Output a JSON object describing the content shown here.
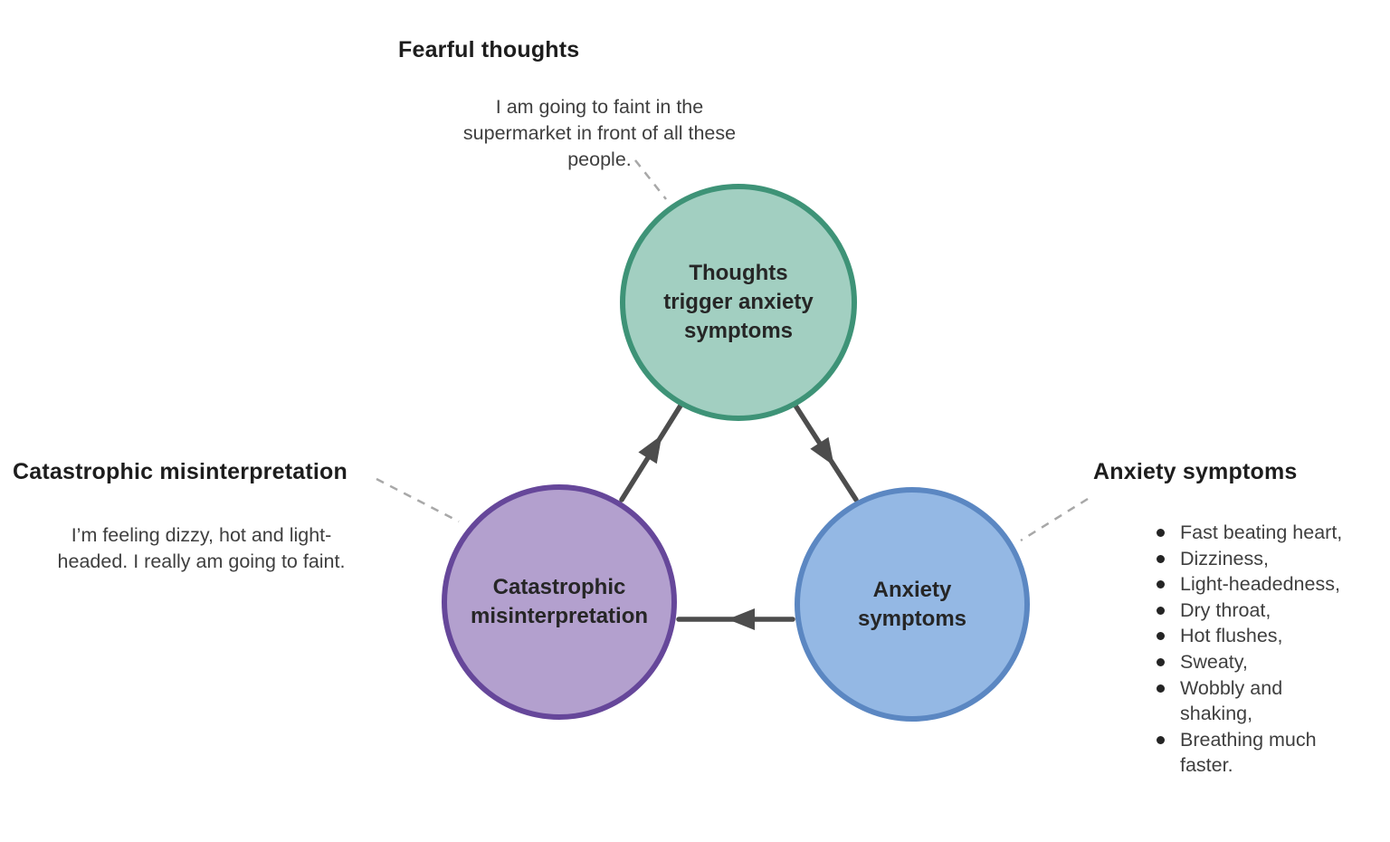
{
  "diagram_title": "Anxiety cycle diagram",
  "colors": {
    "background": "#ffffff",
    "arrow": "#4d4d4d",
    "dashed_connector": "#a8a8a8",
    "heading_text": "#1d1d1d",
    "body_text": "#3f3f3f",
    "node_green_fill": "#a2cfc1",
    "node_green_border": "#3e9377",
    "node_purple_fill": "#b3a0ce",
    "node_purple_border": "#66479a",
    "node_blue_fill": "#94b8e4",
    "node_blue_border": "#5b87c2"
  },
  "nodes": {
    "thoughts": {
      "label": "Thoughts trigger anxiety symptoms",
      "lines": [
        "Thoughts",
        "trigger anxiety",
        "symptoms"
      ]
    },
    "misinterpretation": {
      "label": "Catastrophic misinterpretation",
      "lines": [
        "Catastrophic",
        "misinterpretation"
      ]
    },
    "symptoms": {
      "label": "Anxiety symptoms",
      "lines": [
        "Anxiety",
        "symptoms"
      ]
    }
  },
  "annotations": {
    "fearful_thoughts": {
      "heading": "Fearful thoughts",
      "quote": "I am going to faint in the supermarket in front of all these people.",
      "quote_lines": [
        "I am going to faint in the",
        "supermarket in front of all these",
        "people."
      ]
    },
    "catastrophic_misinterpretation": {
      "heading": "Catastrophic misinterpretation",
      "quote": "I’m feeling dizzy, hot and light-headed. I really am going to faint.",
      "quote_lines": [
        "I’m feeling dizzy, hot and light-",
        "headed. I really am going to faint."
      ]
    },
    "anxiety_symptoms": {
      "heading": "Anxiety symptoms",
      "symptom_bullets": [
        {
          "lines": [
            "Fast beating heart,"
          ]
        },
        {
          "lines": [
            "Dizziness,"
          ]
        },
        {
          "lines": [
            "Light-headedness,"
          ]
        },
        {
          "lines": [
            "Dry throat,"
          ]
        },
        {
          "lines": [
            "Hot flushes,"
          ]
        },
        {
          "lines": [
            "Sweaty,"
          ]
        },
        {
          "lines": [
            "Wobbly and",
            "shaking,"
          ]
        },
        {
          "lines": [
            "Breathing much",
            "faster."
          ]
        }
      ]
    }
  }
}
